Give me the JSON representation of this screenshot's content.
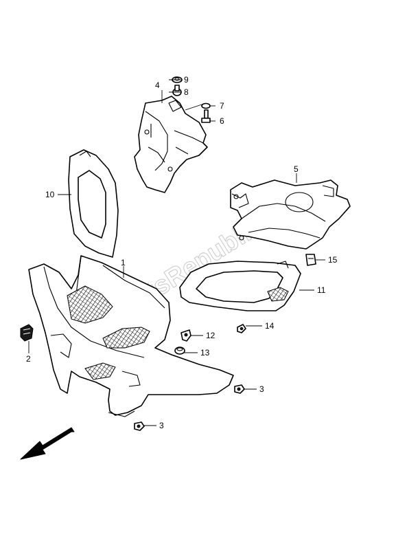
{
  "watermark": "PartsRepublik",
  "callouts": {
    "c1": "1",
    "c2": "2",
    "c3a": "3",
    "c3b": "3",
    "c4": "4",
    "c5": "5",
    "c6": "6",
    "c7": "7",
    "c8": "8",
    "c9": "9",
    "c10": "10",
    "c11": "11",
    "c12": "12",
    "c13": "13",
    "c14": "14",
    "c15": "15"
  },
  "direction_arrow": "front-arrow-icon"
}
